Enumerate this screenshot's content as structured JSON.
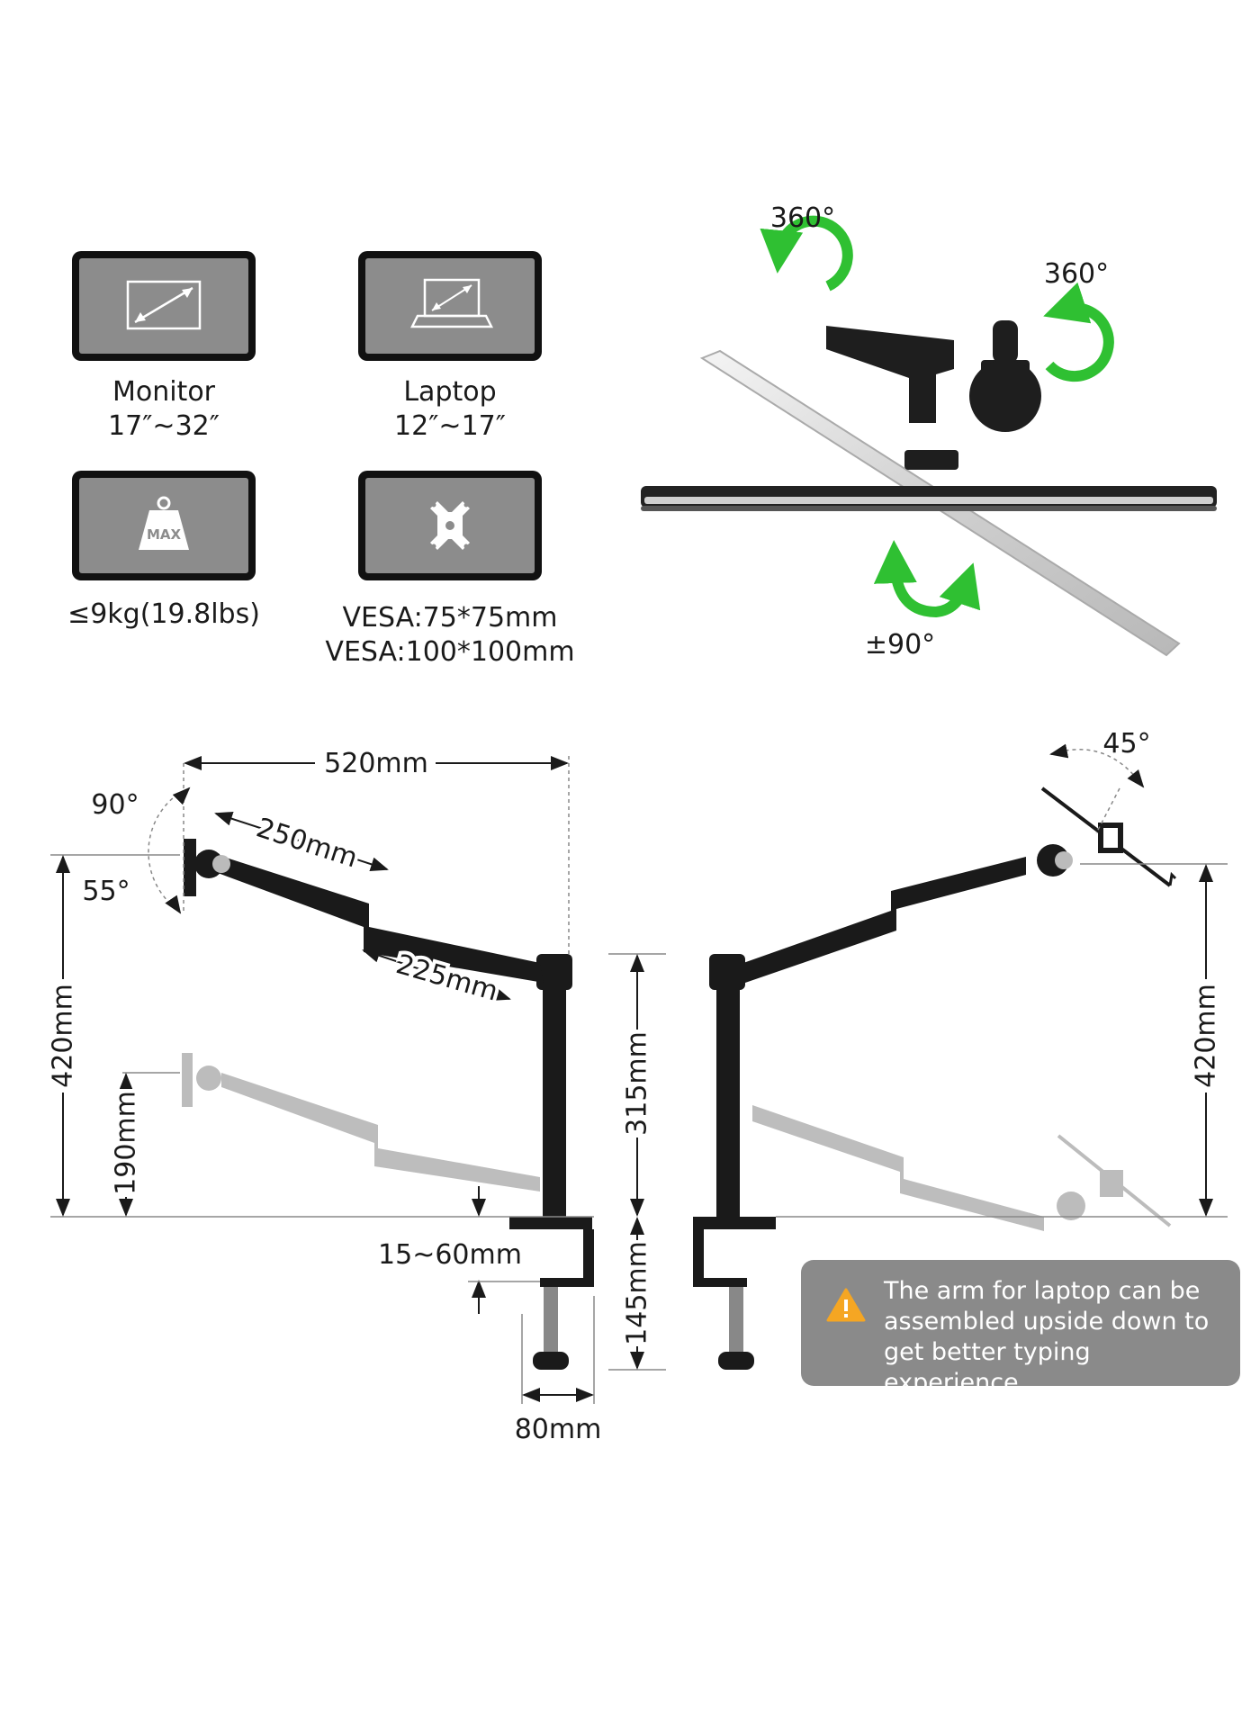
{
  "specs": {
    "monitor": {
      "title": "Monitor",
      "range": "17″~32″",
      "icon": "diagonal-screen-icon"
    },
    "laptop": {
      "title": "Laptop",
      "range": "12″~17″",
      "icon": "laptop-icon"
    },
    "weight": {
      "icon_text": "MAX",
      "capacity": "≤9kg(19.8lbs)",
      "icon": "weight-icon"
    },
    "vesa": {
      "line1": "VESA:75*75mm",
      "line2": "VESA:100*100mm",
      "icon": "vesa-plate-icon"
    }
  },
  "rotation": {
    "swivel_top": "360°",
    "swivel_right": "360°",
    "rotate": "±90°",
    "arrow_color": "#2fc032"
  },
  "left_dims": {
    "reach": "520mm",
    "tilt_up": "90°",
    "tilt_down": "55°",
    "arm1": "250mm",
    "arm2": "225mm",
    "height": "420mm",
    "low_height": "190mm",
    "pole": "315mm",
    "desk_thickness": "15~60mm",
    "clamp_depth": "145mm",
    "clamp_width": "80mm"
  },
  "right_dims": {
    "tray_tilt": "45°",
    "height": "420mm"
  },
  "tip": {
    "text": "The arm for laptop can be assembled upside down to get better typing experience.",
    "icon": "warning-icon",
    "color": "#f5a623"
  }
}
